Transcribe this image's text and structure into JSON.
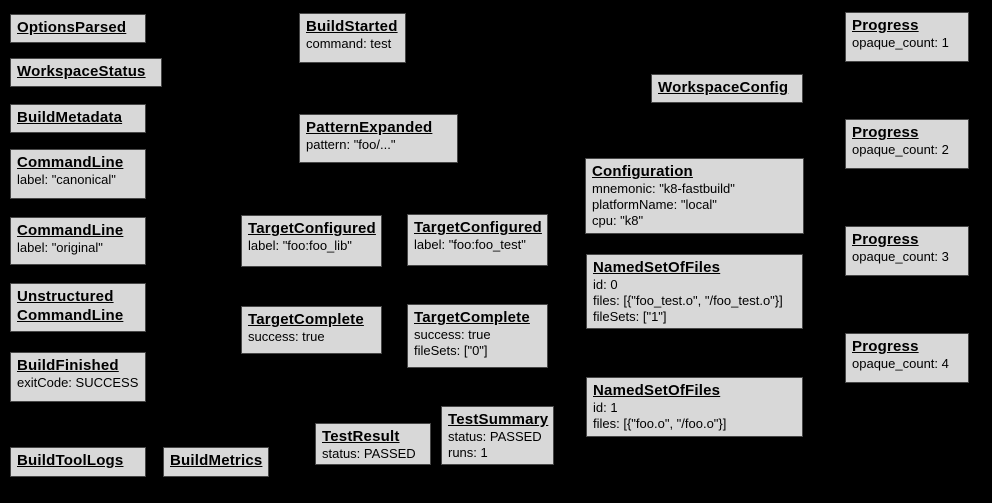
{
  "page": {
    "background_color": "#000000",
    "node_fill_color": "#d8d8d8",
    "node_border_color": "#474747",
    "node_text_color": "#000000"
  },
  "boxes": [
    {
      "title": "OptionsParsed",
      "lines": []
    },
    {
      "title": "WorkspaceStatus",
      "lines": []
    },
    {
      "title": "BuildMetadata",
      "lines": []
    },
    {
      "title": "CommandLine",
      "lines": [
        "label: \"canonical\""
      ]
    },
    {
      "title": "CommandLine",
      "lines": [
        "label: \"original\""
      ]
    },
    {
      "title": "Unstructured\nCommandLine",
      "lines": []
    },
    {
      "title": "BuildFinished",
      "lines": [
        "exitCode: SUCCESS"
      ]
    },
    {
      "title": "BuildToolLogs",
      "lines": []
    },
    {
      "title": "BuildMetrics",
      "lines": []
    },
    {
      "title": "BuildStarted",
      "lines": [
        "command: test"
      ]
    },
    {
      "title": "PatternExpanded",
      "lines": [
        "pattern: \"foo/...\""
      ]
    },
    {
      "title": "TargetConfigured",
      "lines": [
        "label: \"foo:foo_lib\""
      ]
    },
    {
      "title": "TargetConfigured",
      "lines": [
        "label: \"foo:foo_test\""
      ]
    },
    {
      "title": "TargetComplete",
      "lines": [
        "success: true"
      ]
    },
    {
      "title": "TargetComplete",
      "lines": [
        "success: true",
        "fileSets: [\"0\"]"
      ]
    },
    {
      "title": "TestResult",
      "lines": [
        "status: PASSED"
      ]
    },
    {
      "title": "TestSummary",
      "lines": [
        "status: PASSED",
        "runs: 1"
      ]
    },
    {
      "title": "WorkspaceConfig",
      "lines": []
    },
    {
      "title": "Configuration",
      "lines": [
        "mnemonic: \"k8-fastbuild\"",
        "platformName: \"local\"",
        "cpu: \"k8\""
      ]
    },
    {
      "title": "NamedSetOfFiles",
      "lines": [
        "id: 0",
        "files: [{\"foo_test.o\", \"/foo_test.o\"}]",
        "fileSets: [\"1\"]"
      ]
    },
    {
      "title": "NamedSetOfFiles",
      "lines": [
        "id: 1",
        "files: [{\"foo.o\", \"/foo.o\"}]"
      ]
    },
    {
      "title": "Progress",
      "lines": [
        "opaque_count: 1"
      ]
    },
    {
      "title": "Progress",
      "lines": [
        "opaque_count: 2"
      ]
    },
    {
      "title": "Progress",
      "lines": [
        "opaque_count: 3"
      ]
    },
    {
      "title": "Progress",
      "lines": [
        "opaque_count: 4"
      ]
    }
  ]
}
